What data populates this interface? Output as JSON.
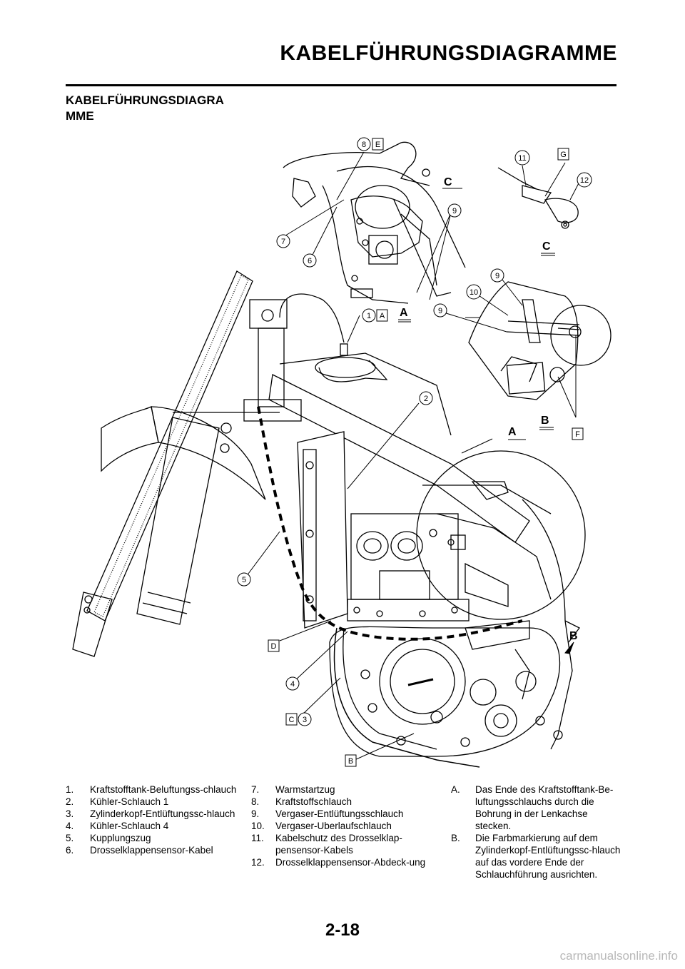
{
  "header": {
    "title": "KABELFÜHRUNGSDIAGRAMME"
  },
  "section": {
    "title_line1": "KABELFÜHRUNGSDIAGRA",
    "title_line2": "MME"
  },
  "diagram": {
    "numbers": [
      "1",
      "2",
      "3",
      "4",
      "5",
      "6",
      "7",
      "8",
      "9",
      "9",
      "9",
      "10",
      "11",
      "12"
    ],
    "boxes": [
      "A",
      "B",
      "C",
      "D",
      "E",
      "F",
      "G"
    ],
    "detail_labels": [
      "A",
      "A",
      "B",
      "B",
      "C",
      "C"
    ]
  },
  "legend": {
    "col1": [
      {
        "num": "1.",
        "text": "Kraftstofftank-Beluftungss-chlauch"
      },
      {
        "num": "2.",
        "text": "Kühler-Schlauch 1"
      },
      {
        "num": "3.",
        "text": "Zylinderkopf-Entlüftungssc-hlauch"
      },
      {
        "num": "4.",
        "text": "Kühler-Schlauch 4"
      },
      {
        "num": "5.",
        "text": "Kupplungszug"
      },
      {
        "num": "6.",
        "text": "Drosselklappensensor-Kabel"
      }
    ],
    "col2": [
      {
        "num": "7.",
        "text": "Warmstartzug"
      },
      {
        "num": "8.",
        "text": "Kraftstoffschlauch"
      },
      {
        "num": "9.",
        "text": "Vergaser-Entlüftungsschlauch"
      },
      {
        "num": "10.",
        "text": "Vergaser-Uberlaufschlauch"
      },
      {
        "num": "11.",
        "text": "Kabelschutz des Drosselklap-pensensor-Kabels"
      },
      {
        "num": "12.",
        "text": "Drosselklappensensor-Abdeck-ung"
      }
    ],
    "col3": [
      {
        "num": "A.",
        "text": "Das Ende des Kraftstofftank-Be-luftungsschlauchs durch die Bohrung in der Lenkachse stecken."
      },
      {
        "num": "B.",
        "text": "Die Farbmarkierung auf dem Zylinderkopf-Entlüftungssc-hlauch auf das vordere Ende der Schlauchführung ausrichten."
      }
    ]
  },
  "page_number": "2-18",
  "watermark": "carmanualsonline.info"
}
